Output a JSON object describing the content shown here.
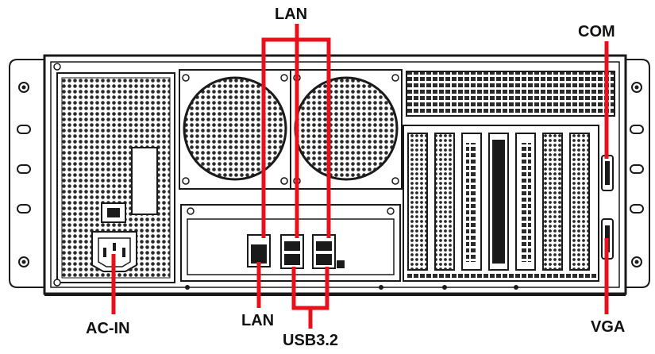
{
  "labels": {
    "lan_top": "LAN",
    "com": "COM",
    "ac_in": "AC-IN",
    "lan_bottom": "LAN",
    "usb": "USB3.2",
    "vga": "VGA"
  },
  "colors": {
    "callout": "#e8101a",
    "outline": "#1a1a1a",
    "fill": "#ffffff",
    "mesh": "#2a2a2a"
  }
}
